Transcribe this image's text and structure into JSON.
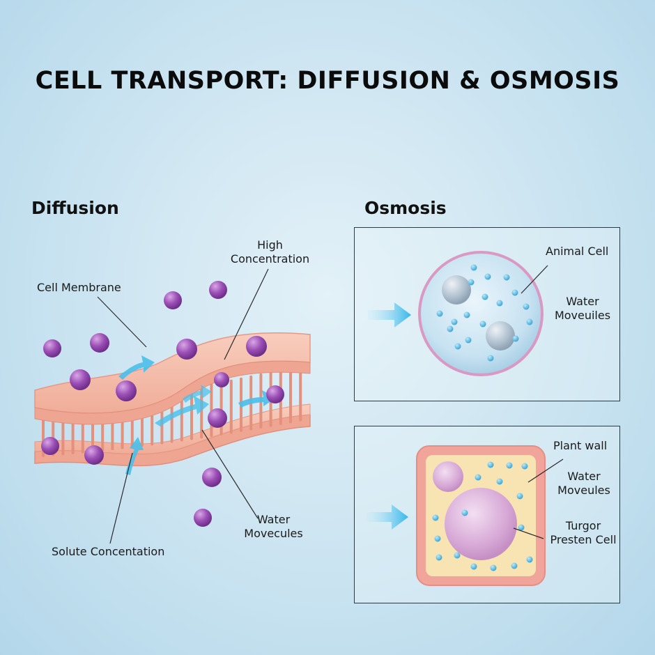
{
  "title": "CELL TRANSPORT: DIFFUSION & OSMOSIS",
  "diffusion": {
    "heading": "Diffusion",
    "labels": {
      "high_line1": "High",
      "high_line2": "Concentration",
      "membrane": "Cell Membrane",
      "water_line1": "Water",
      "water_line2": "Movecules",
      "solute": "Solute Concentation"
    }
  },
  "osmosis": {
    "heading": "Osmosis",
    "animal_panel": {
      "cell_label": "Animal Cell",
      "water_line1": "Water",
      "water_line2": "Moveuiles"
    },
    "plant_panel": {
      "wall_label": "Plant wall",
      "water_line1": "Water",
      "water_line2": "Moveules",
      "turgor_line1": "Turgor",
      "turgor_line2": "Presten Cell"
    }
  },
  "colors": {
    "membrane": "#f4b8a6",
    "membrane_edge": "#e69886",
    "solute": "#9b4fb5",
    "arrow": "#4fc3ea",
    "water": "#56b8e3",
    "cell_wall": "#f4a8a0",
    "cytoplasm": "#f8e2b0",
    "vacuole": "#d9a6d6"
  }
}
